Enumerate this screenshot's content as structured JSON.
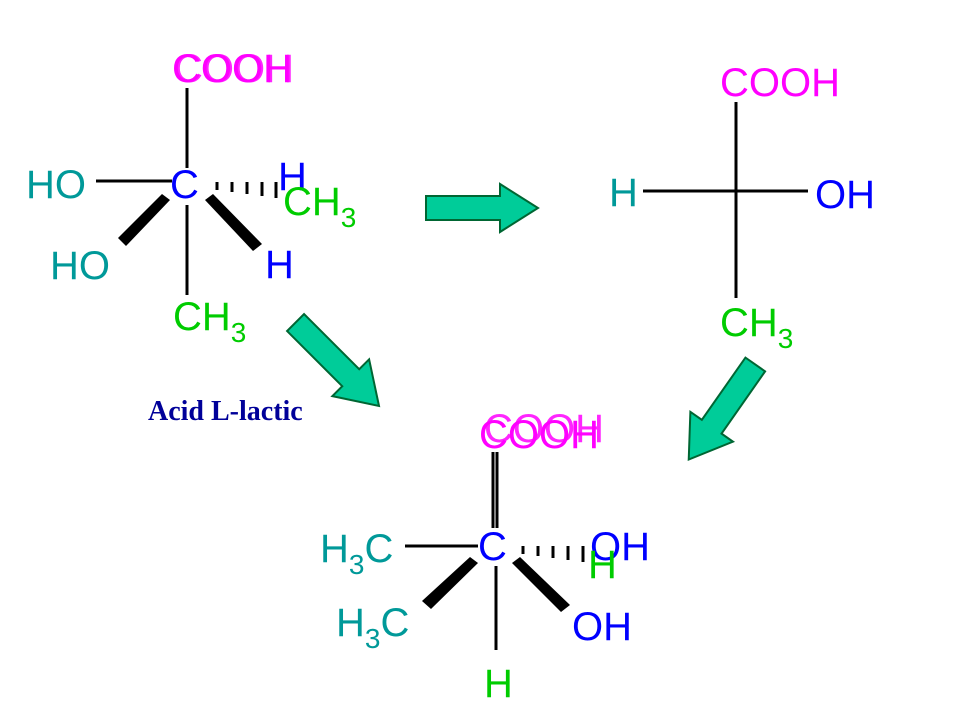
{
  "colors": {
    "carboxyl": "#ff00ff",
    "carbon": "#0000ff",
    "hydroxyl_teal": "#009999",
    "hydroxyl_blue": "#0000ff",
    "hydrogen_blue": "#0000ff",
    "hydrogen_teal": "#009999",
    "hydrogen_green": "#00cc00",
    "methyl_green": "#00cc00",
    "methyl_teal": "#009999",
    "arrow_fill": "#00cc99",
    "arrow_stroke": "#006633",
    "caption": "#000099"
  },
  "top_left": {
    "top_group": "COOH",
    "center": "C",
    "left_group": "HO",
    "right_group_h": "H",
    "right_group_methyl": "CH",
    "right_group_methyl_sub": "3",
    "wedge_left_group": "HO",
    "wedge_right_group": "H",
    "bottom_group": "CH",
    "bottom_group_sub": "3"
  },
  "top_right": {
    "top_group": "COOH",
    "left_group": "H",
    "right_group": "OH",
    "bottom_group": "CH",
    "bottom_group_sub": "3"
  },
  "bottom": {
    "top_group": "COOH",
    "center": "C",
    "left_group_pre": "H",
    "left_group_sub": "3",
    "left_group_post": "C",
    "right_group": "OH",
    "right_group_h": "H",
    "wedge_left_pre": "H",
    "wedge_left_sub": "3",
    "wedge_left_post": "C",
    "wedge_right_group": "OH",
    "bottom_group": "H"
  },
  "caption": "Acid L-lactic",
  "arrows": {
    "right": "arrow-right-icon",
    "down_right": "arrow-down-right-icon",
    "down_left": "arrow-down-left-icon"
  }
}
